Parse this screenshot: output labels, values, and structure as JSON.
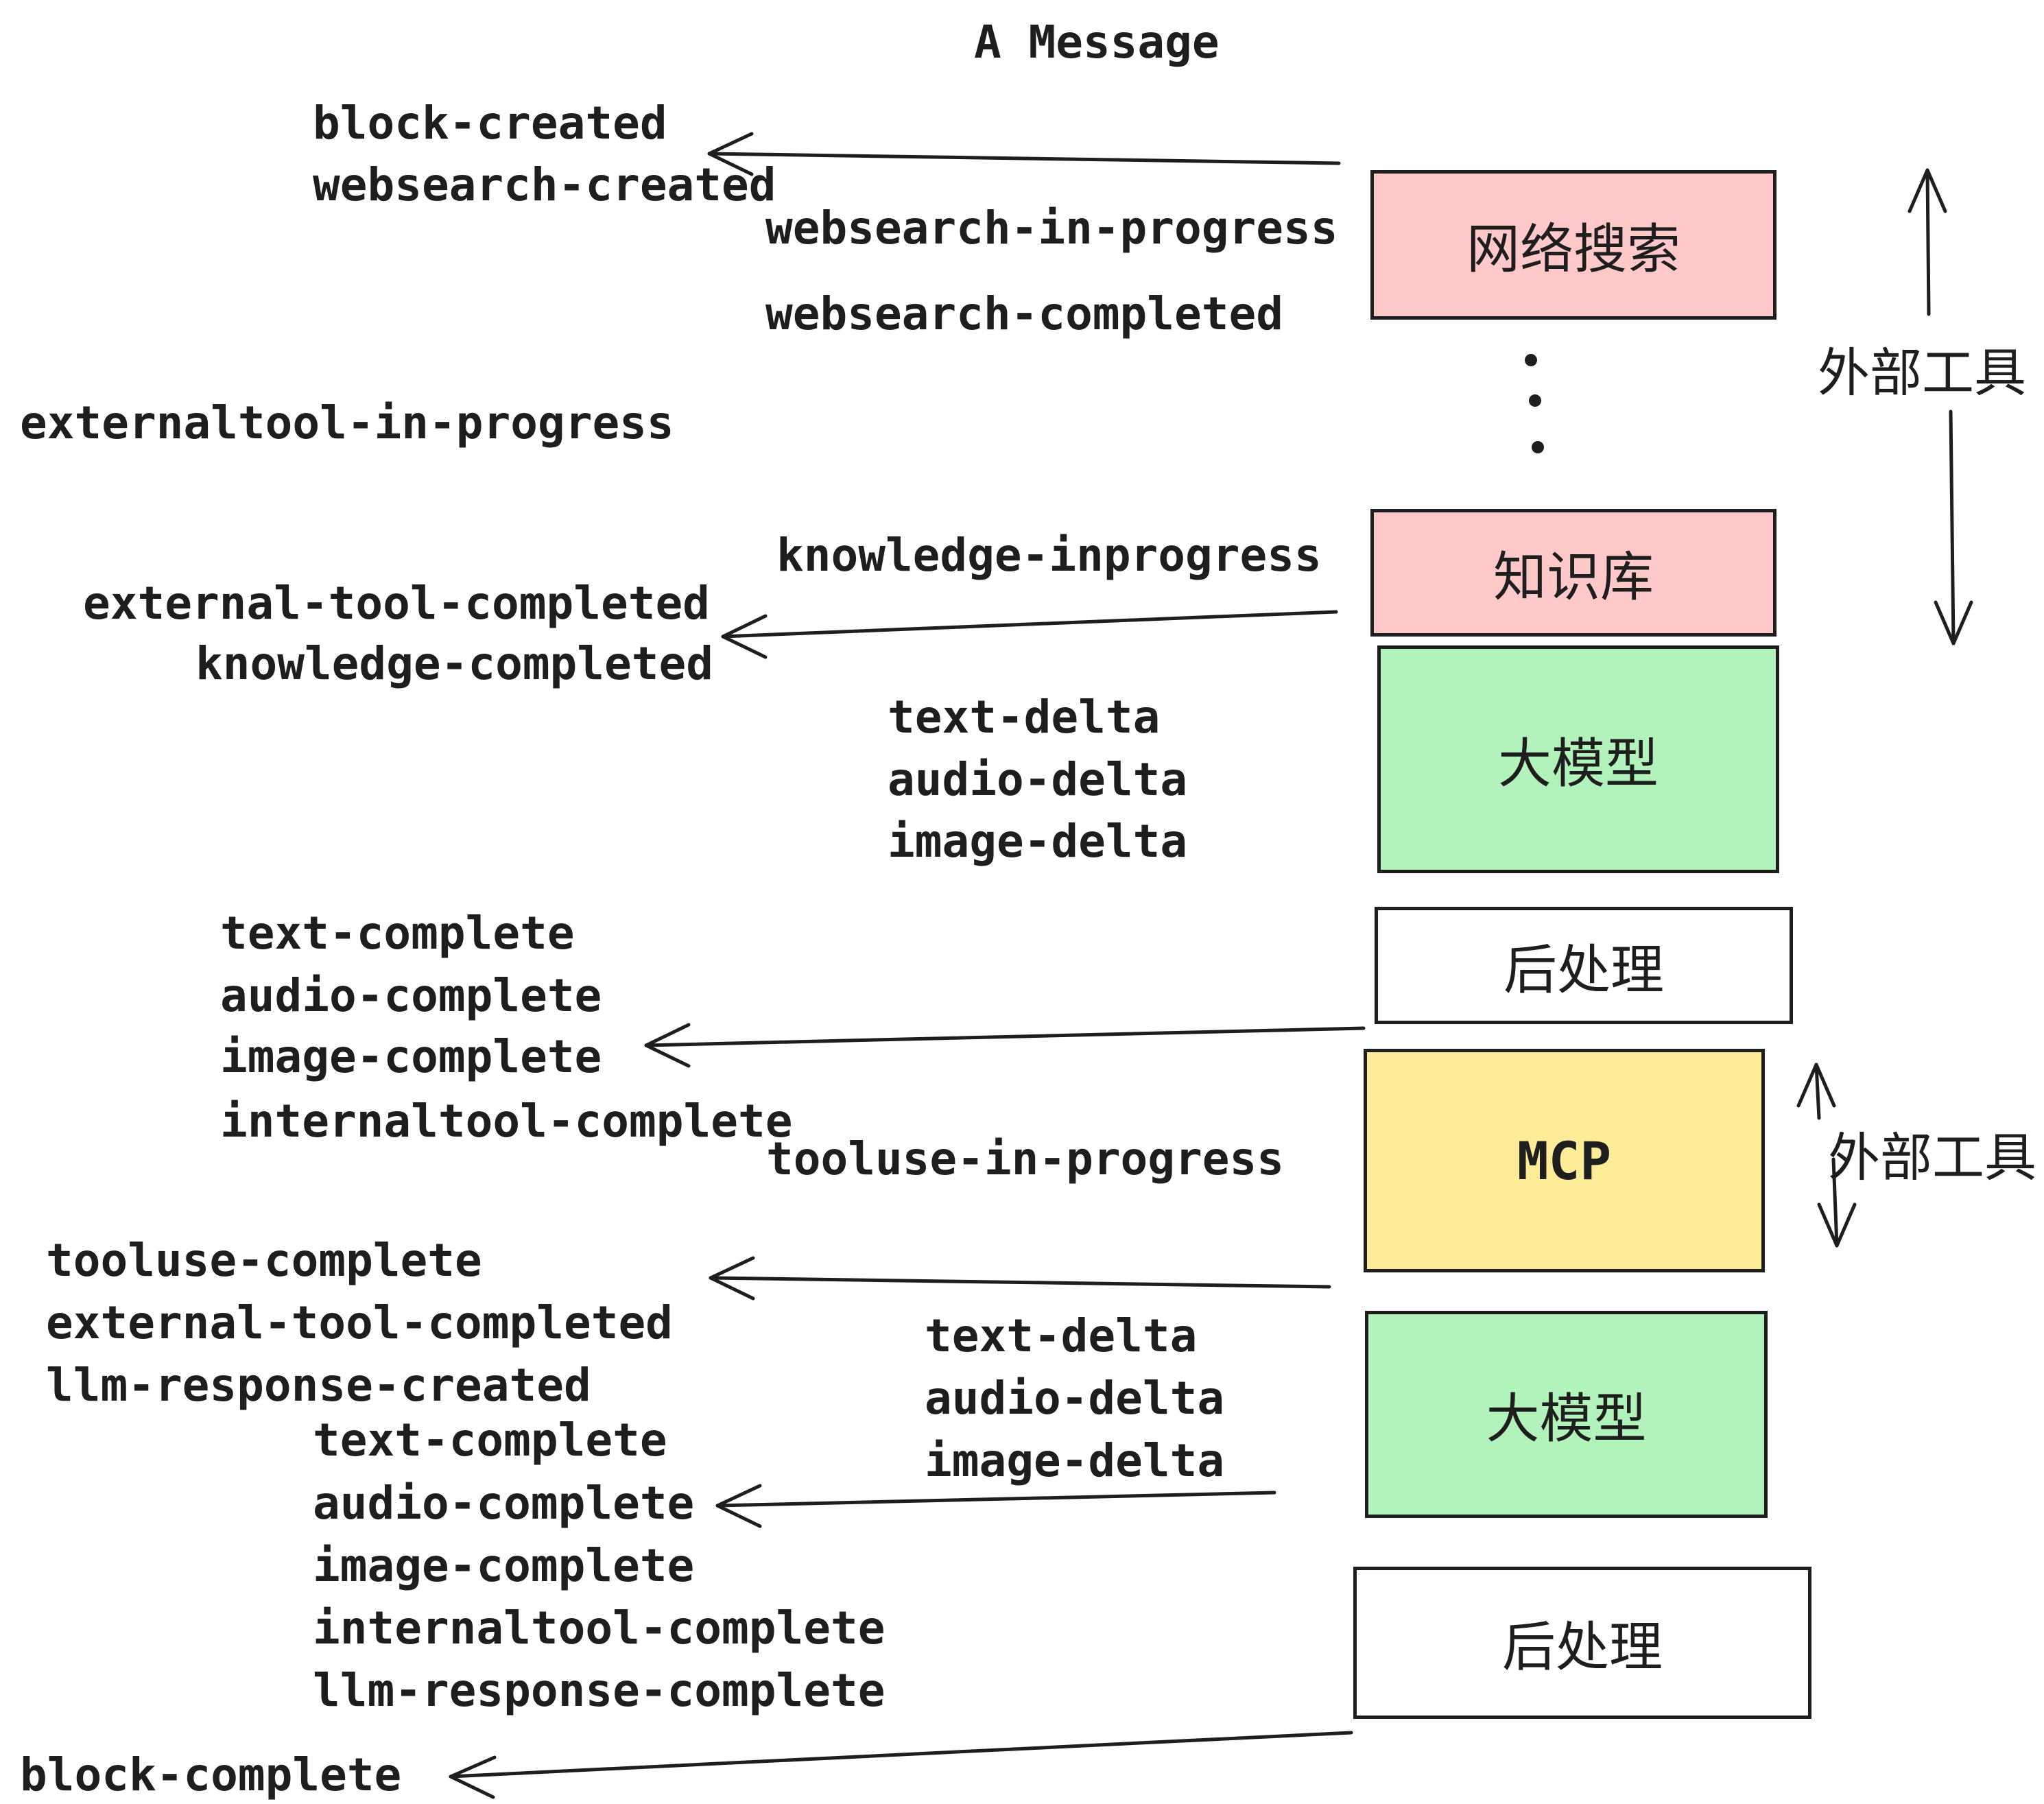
{
  "title": "A Message",
  "events": {
    "block_created": "block-created",
    "websearch_created": "websearch-created",
    "websearch_in_progress": "websearch-in-progress",
    "websearch_completed": "websearch-completed",
    "externaltool_in_progress": "externaltool-in-progress",
    "knowledge_inprogress": "knowledge-inprogress",
    "external_tool_completed": "external-tool-completed",
    "knowledge_completed": "knowledge-completed",
    "text_delta": "text-delta",
    "audio_delta": "audio-delta",
    "image_delta": "image-delta",
    "text_complete": "text-complete",
    "audio_complete": "audio-complete",
    "image_complete": "image-complete",
    "internaltool_complete": "internaltool-complete",
    "tooluse_in_progress": "tooluse-in-progress",
    "tooluse_complete": "tooluse-complete",
    "llm_response_created": "llm-response-created",
    "llm_response_complete": "llm-response-complete",
    "block_complete": "block-complete"
  },
  "boxes": [
    {
      "label": "网络搜索",
      "fill": "#ffc9c9"
    },
    {
      "label": "知识库",
      "fill": "#ffc9c9"
    },
    {
      "label": "大模型",
      "fill": "#b2f2bb"
    },
    {
      "label": "后处理",
      "fill": "#ffffff"
    },
    {
      "label": "MCP",
      "fill": "#ffec99"
    },
    {
      "label": "大模型",
      "fill": "#b2f2bb"
    },
    {
      "label": "后处理",
      "fill": "#ffffff"
    }
  ],
  "annotations": {
    "external_tool_top": "外部工具",
    "external_tool_bottom": "外部工具"
  },
  "colors": {
    "ink": "#1e1e1e",
    "pink": "#ffc9c9",
    "green": "#b2f2bb",
    "yellow": "#ffec99",
    "background": "#ffffff"
  }
}
